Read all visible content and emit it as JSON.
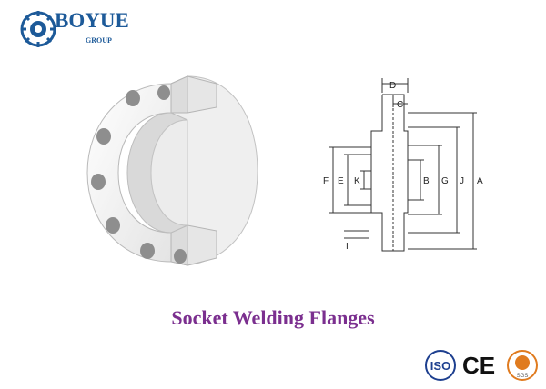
{
  "brand": {
    "name": "BOYUE",
    "subtitle": "GROUP",
    "logo_color": "#1d5a99",
    "logo_icon": "boyue-gear-logo"
  },
  "title": "Socket Welding Flanges",
  "title_color": "#7b2f8f",
  "drawing": {
    "labels": {
      "D": "D",
      "C": "C",
      "F": "F",
      "E": "E",
      "K": "K",
      "B": "B",
      "G": "G",
      "J": "J",
      "A": "A",
      "I": "I"
    }
  },
  "certifications": [
    {
      "icon": "iso-mark-icon",
      "label": "ISO"
    },
    {
      "icon": "ce-mark-icon",
      "label": "CE"
    },
    {
      "icon": "sgs-mark-icon",
      "label": "SGS"
    }
  ]
}
